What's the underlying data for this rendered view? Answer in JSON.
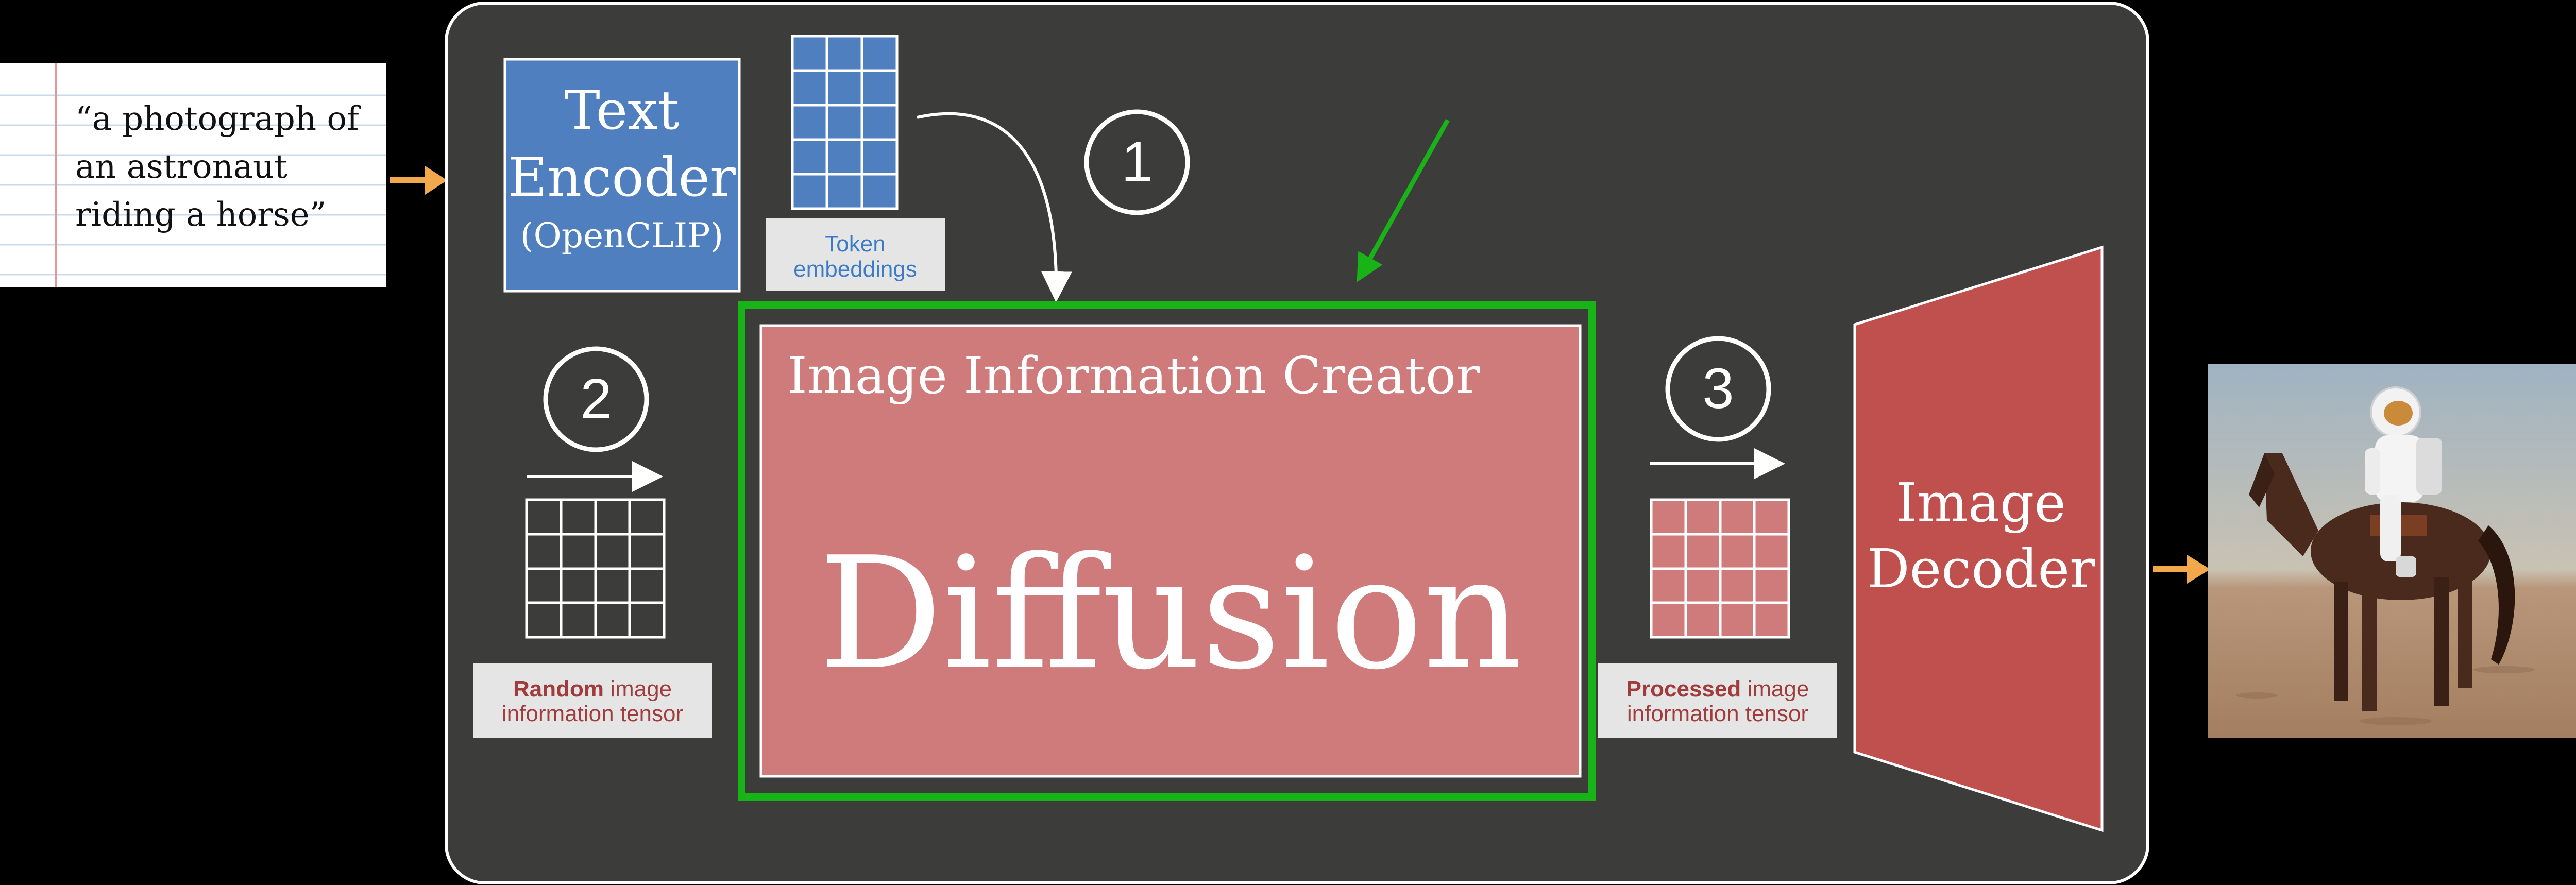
{
  "prompt": {
    "line1": "“a photograph of",
    "line2": "an astronaut",
    "line3": "riding a horse”"
  },
  "text_encoder": {
    "line1": "Text",
    "line2": "Encoder",
    "line3": "(OpenCLIP)"
  },
  "token_embeddings": {
    "line1": "Token",
    "line2": "embeddings"
  },
  "steps": {
    "one": "1",
    "two": "2",
    "three": "3"
  },
  "random_tensor": {
    "bold": "Random",
    "rest": " image",
    "line2": "information tensor"
  },
  "processed_tensor": {
    "bold": "Processed",
    "rest": " image",
    "line2": "information tensor"
  },
  "creator": {
    "title": "Image Information Creator",
    "big": "Diffusion"
  },
  "decoder": {
    "line1": "Image",
    "line2": "Decoder"
  },
  "colors": {
    "panel": "#3c3c3b",
    "encoder_blue": "#4f7fbf",
    "creator_pink": "#d07b7b",
    "decoder_red": "#c0504d",
    "highlight_green": "#17b317",
    "arrow_orange": "#f2a94b",
    "label_bg": "#e5e5e5",
    "label_red": "#a13c3c",
    "label_blue": "#3b7bc8"
  }
}
